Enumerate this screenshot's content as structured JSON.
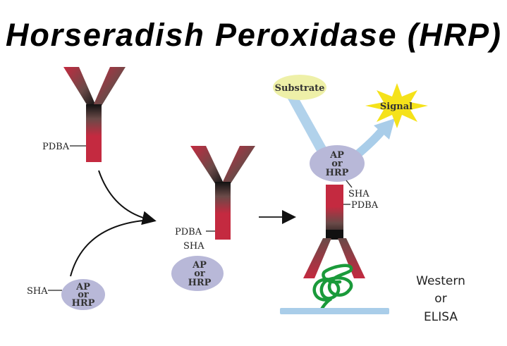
{
  "title": "Horseradish Peroxidase (HRP)",
  "labels": {
    "pdba": "PDBA",
    "sha": "SHA"
  },
  "enzyme": {
    "line1": "AP",
    "line2": "or",
    "line3": "HRP"
  },
  "substrate": "Substrate",
  "signal": "Signal",
  "assay": {
    "line1": "Western",
    "line2": "or",
    "line3": "ELISA"
  },
  "colors": {
    "antibody_red": "#c42a40",
    "antibody_dark": "#1a1a1a",
    "enzyme": "#b8b8d8",
    "substrate": "#eef0a8",
    "signal": "#f5e21a",
    "arrow_blue": "#a9cde9",
    "protein": "#1a9a3a",
    "surface": "#a9cde9"
  }
}
